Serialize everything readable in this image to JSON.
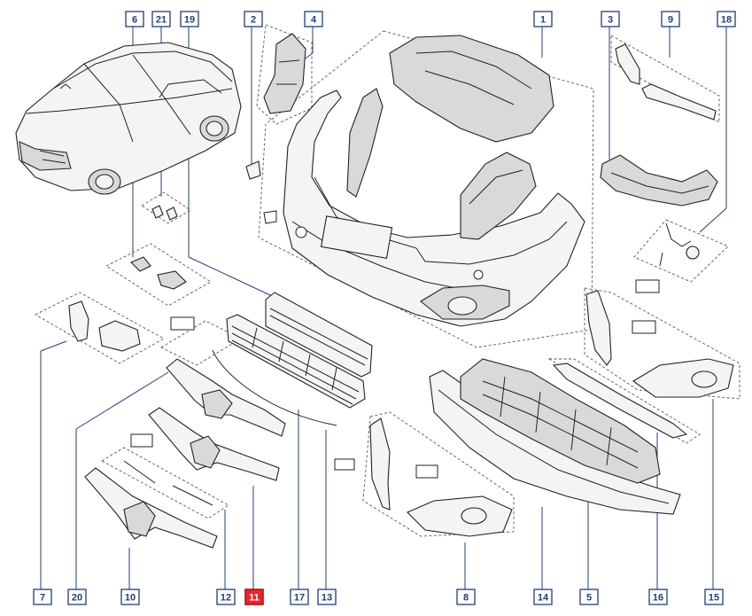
{
  "diagram": {
    "highlight_color": "#e8262c",
    "callout_color": "#1f3f7a",
    "callouts": [
      {
        "id": "c6",
        "label": "6",
        "highlight": false
      },
      {
        "id": "c21",
        "label": "21",
        "highlight": false
      },
      {
        "id": "c19",
        "label": "19",
        "highlight": false
      },
      {
        "id": "c2",
        "label": "2",
        "highlight": false
      },
      {
        "id": "c4",
        "label": "4",
        "highlight": false
      },
      {
        "id": "c1",
        "label": "1",
        "highlight": false
      },
      {
        "id": "c3",
        "label": "3",
        "highlight": false
      },
      {
        "id": "c9",
        "label": "9",
        "highlight": false
      },
      {
        "id": "c18",
        "label": "18",
        "highlight": false
      },
      {
        "id": "c7",
        "label": "7",
        "highlight": false
      },
      {
        "id": "c20",
        "label": "20",
        "highlight": false
      },
      {
        "id": "c10",
        "label": "10",
        "highlight": false
      },
      {
        "id": "c12",
        "label": "12",
        "highlight": false
      },
      {
        "id": "c11",
        "label": "11",
        "highlight": true
      },
      {
        "id": "c17",
        "label": "17",
        "highlight": false
      },
      {
        "id": "c13",
        "label": "13",
        "highlight": false
      },
      {
        "id": "c8",
        "label": "8",
        "highlight": false
      },
      {
        "id": "c14",
        "label": "14",
        "highlight": false
      },
      {
        "id": "c5",
        "label": "5",
        "highlight": false
      },
      {
        "id": "c16",
        "label": "16",
        "highlight": false
      },
      {
        "id": "c15",
        "label": "15",
        "highlight": false
      }
    ]
  }
}
